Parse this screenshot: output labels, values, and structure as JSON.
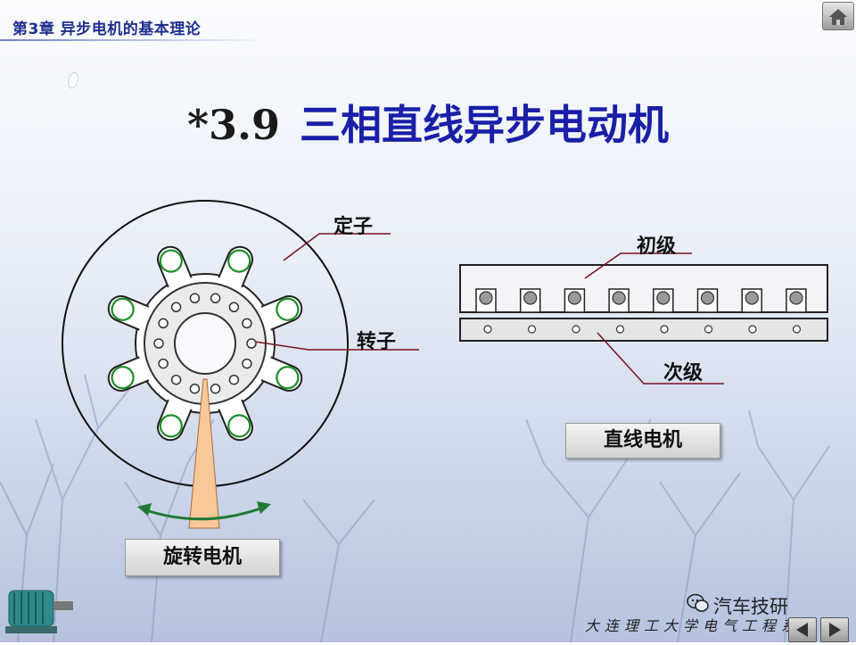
{
  "header": {
    "chapter": "第3章   异步电机的基本理论"
  },
  "title": {
    "number": "*3.9",
    "text": "三相直线异步电动机"
  },
  "rotary_motor": {
    "stator_label": "定子",
    "rotor_label": "转子",
    "caption": "旋转电机"
  },
  "linear_motor": {
    "primary_label": "初级",
    "secondary_label": "次级",
    "caption": "直线电机"
  },
  "watermark": {
    "text": "汽车技研"
  },
  "footer": {
    "text": "大连理工大学电气工程系"
  },
  "nav": {
    "home_icon": "home-icon",
    "back_icon": "triangle-left-icon",
    "forward_icon": "triangle-right-icon"
  },
  "colors": {
    "title": "#1a1fa8",
    "header": "#1f2f8f",
    "coil": "#1f8c2a",
    "leader": "#7a1020",
    "arrow": "#1e7a30"
  }
}
